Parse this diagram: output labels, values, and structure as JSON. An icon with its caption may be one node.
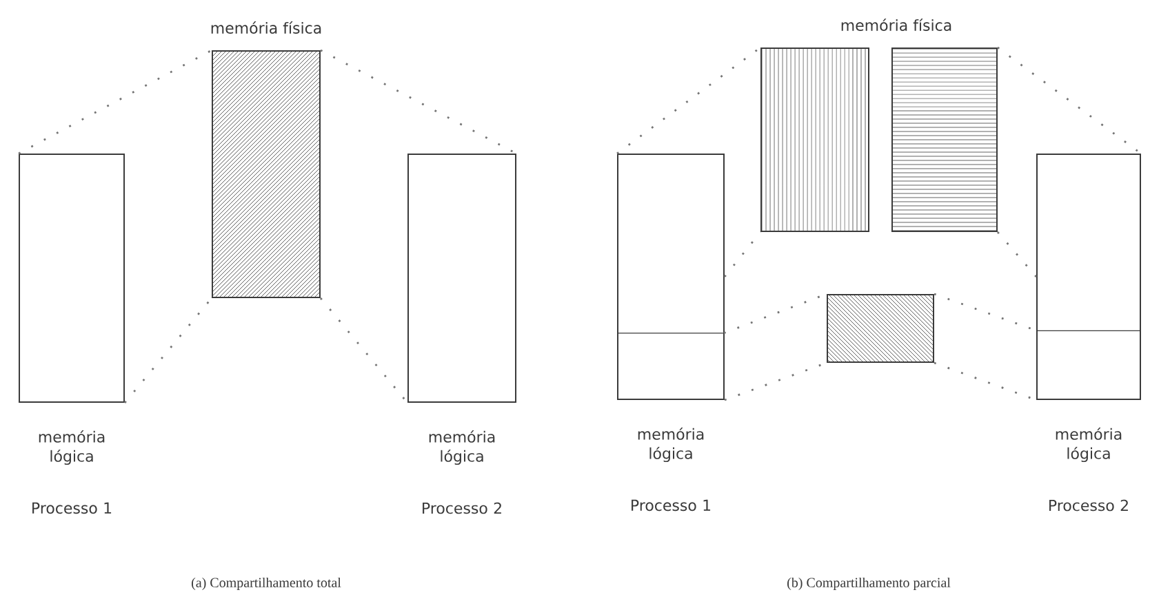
{
  "diagram": {
    "nodes": [
      {
        "text": [],
        "shape": "box",
        "beside": [
          "memória lógica",
          "Processo 1"
        ]
      },
      {
        "text": [],
        "shape": "box"
      },
      {
        "text": [],
        "shape": "box",
        "beside": [
          "memória lógica",
          "Processo 2"
        ]
      },
      {
        "text": [],
        "shape": "box",
        "beside": [
          "memória lógica",
          "Processo 1"
        ]
      },
      {
        "text": [],
        "shape": "box"
      },
      {
        "text": [],
        "shape": "box"
      },
      {
        "text": [],
        "shape": "box"
      },
      {
        "text": [],
        "shape": "box",
        "beside": [
          "memória lógica",
          "Processo 2"
        ]
      }
    ],
    "edges": [
      {
        "from": 0,
        "to": 1,
        "arrow": "none",
        "style": "dashed"
      },
      {
        "from": 0,
        "to": 1,
        "arrow": "none",
        "style": "dashed"
      },
      {
        "from": 1,
        "to": 2,
        "arrow": "none",
        "style": "dashed"
      },
      {
        "from": 1,
        "to": 2,
        "arrow": "none",
        "style": "dashed"
      },
      {
        "from": 3,
        "to": 4,
        "arrow": "none",
        "style": "dashed"
      },
      {
        "from": 3,
        "to": 4,
        "arrow": "none",
        "style": "dashed"
      },
      {
        "from": 3,
        "to": 6,
        "arrow": "none",
        "style": "dashed"
      },
      {
        "from": 3,
        "to": 6,
        "arrow": "none",
        "style": "dashed"
      },
      {
        "from": 5,
        "to": 7,
        "arrow": "none",
        "style": "dashed"
      },
      {
        "from": 5,
        "to": 7,
        "arrow": "none",
        "style": "dashed"
      },
      {
        "from": 6,
        "to": 7,
        "arrow": "none",
        "style": "dashed"
      },
      {
        "from": 6,
        "to": 7,
        "arrow": "none",
        "style": "dashed"
      }
    ],
    "labels": [
      "memória física",
      "memória física",
      "(a) Compartilhamento total",
      "(b) Compartilhamento parcial"
    ]
  }
}
